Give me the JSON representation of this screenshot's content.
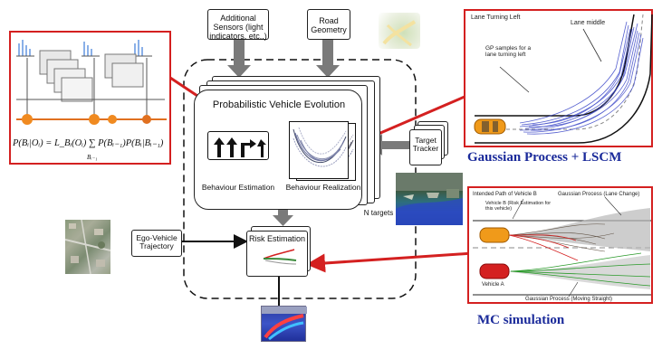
{
  "diagram": {
    "sensors_label": "Additional Sensors (light indicators, etc..)",
    "road_label": "Road Geometry",
    "pve_title": "Probabilistic Vehicle Evolution",
    "behaviour_estimation": "Behaviour Estimation",
    "behaviour_realization": "Behaviour Realization",
    "n_targets": "N targets",
    "target_tracker": "Target Tracker",
    "ego_vehicle": "Ego-Vehicle Trajectory",
    "risk_estimation": "Risk Estimation",
    "gp_caption": "Gaussian Process + LSCM",
    "mc_caption": "MC simulation",
    "formula_text": "P(Bᵢ|Oᵢ) = L_Bᵢ(Oᵢ) ∑ P(Bᵢ₋₁)P(Bᵢ|Bᵢ₋₁)",
    "formula_sub": "Bᵢ₋₁"
  },
  "gp_panel": {
    "lane_turning_left": "Lane Turning Left",
    "lane_middle": "Lane middle",
    "gp_samples": "GP samples for a lane turning left"
  },
  "mc_panel": {
    "intended_path": "Intended Path of Vehicle B",
    "vehicle_b": "Vehicle B (Risk Estimation for this vehicle)",
    "gp_lane_change": "Gaussian Process (Lane Change)",
    "vehicle_a": "Vehicle A",
    "gp_moving_straight": "Gaussian Process (Moving Straight)"
  },
  "colors": {
    "red": "#d42020",
    "caption_blue": "#1a2a9a",
    "arrow_gray": "#7a7a7a"
  }
}
